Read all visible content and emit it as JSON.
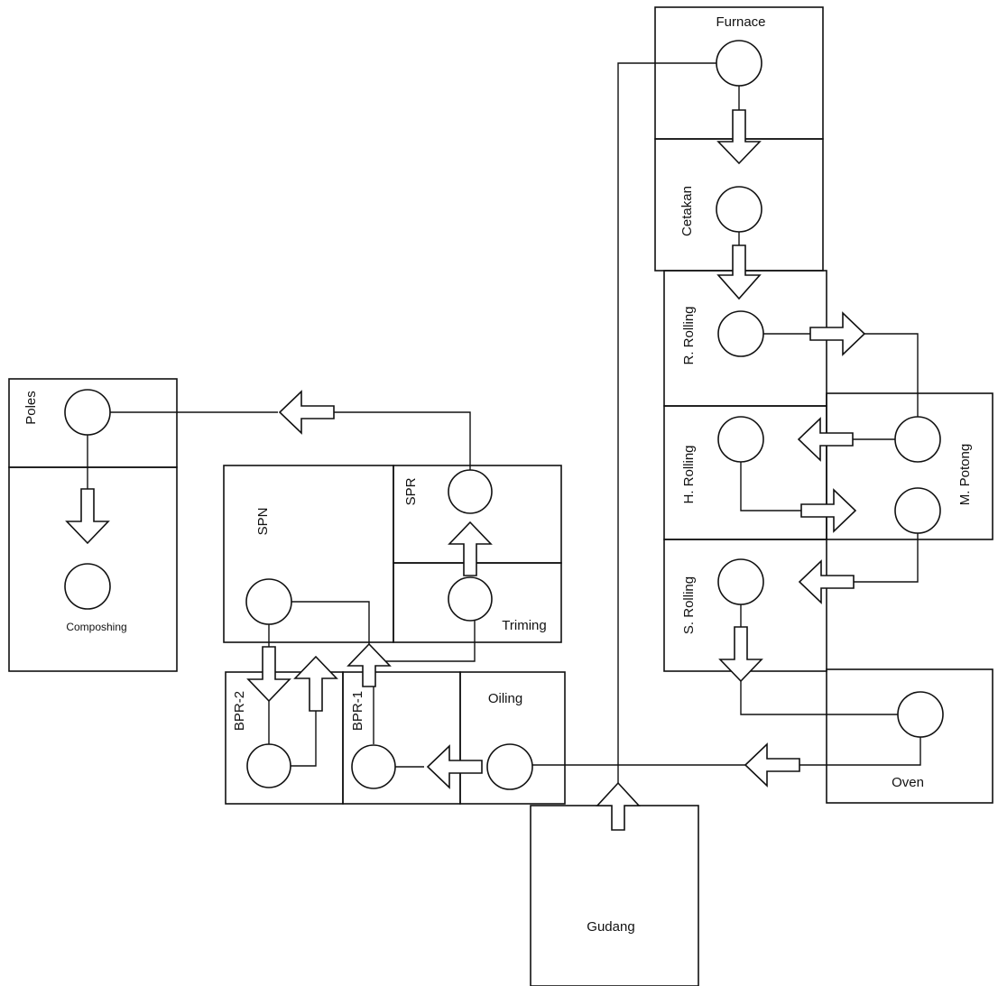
{
  "labels": {
    "furnace": "Furnace",
    "cetakan": "Cetakan",
    "r_rolling": "R. Rolling",
    "h_rolling": "H. Rolling",
    "s_rolling": "S. Rolling",
    "m_potong": "M. Potong",
    "oven": "Oven",
    "gudang": "Gudang",
    "poles": "Poles",
    "composhing": "Composhing",
    "spn": "SPN",
    "spr": "SPR",
    "triming": "Triming",
    "bpr2": "BPR-2",
    "bpr1": "BPR-1",
    "oiling": "Oiling"
  },
  "colors": {
    "stroke": "#111111",
    "background": "#ffffff"
  }
}
